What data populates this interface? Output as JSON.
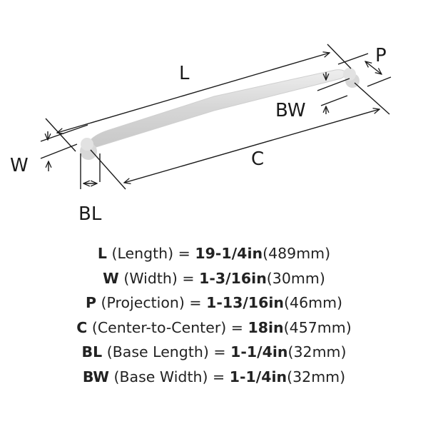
{
  "diagram": {
    "labels": {
      "L": "L",
      "W": "W",
      "P": "P",
      "C": "C",
      "BL": "BL",
      "BW": "BW"
    }
  },
  "specs": [
    {
      "code": "L",
      "name": "(Length) =",
      "imperial": "19-1/4in",
      "metric": "(489mm)"
    },
    {
      "code": "W",
      "name": "(Width) =",
      "imperial": "1-3/16in",
      "metric": "(30mm)"
    },
    {
      "code": "P",
      "name": "(Projection) =",
      "imperial": "1-13/16in",
      "metric": "(46mm)"
    },
    {
      "code": "C",
      "name": "(Center-to-Center) =",
      "imperial": "18in",
      "metric": "(457mm)"
    },
    {
      "code": "BL",
      "name": "(Base Length) =",
      "imperial": "1-1/4in",
      "metric": "(32mm)"
    },
    {
      "code": "BW",
      "name": "(Base Width) =",
      "imperial": "1-1/4in",
      "metric": "(32mm)"
    }
  ]
}
